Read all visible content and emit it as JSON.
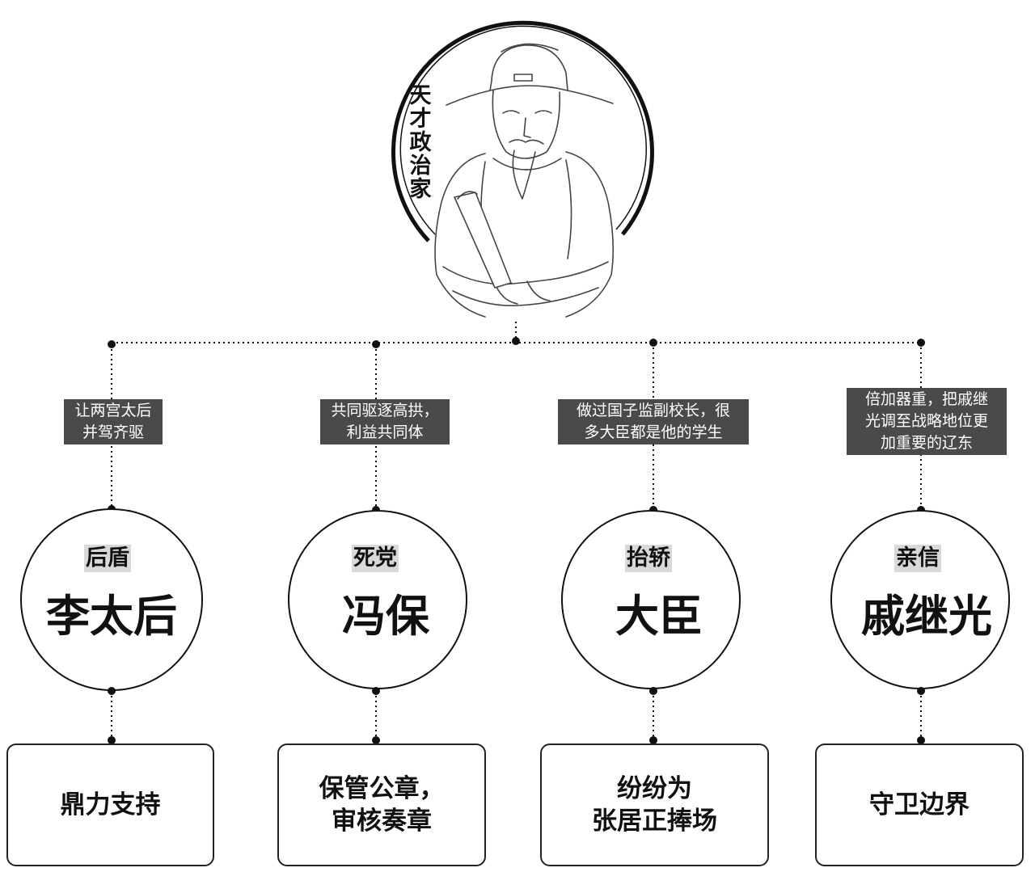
{
  "center": {
    "title_chars": [
      "天",
      "才",
      "政",
      "治",
      "家"
    ],
    "portrait": "ming-official-portrait"
  },
  "branches": [
    {
      "label_lines": [
        "让两宫太后",
        "并驾齐驱"
      ],
      "role": "后盾",
      "name": "李太后",
      "result_lines": [
        "鼎力支持"
      ]
    },
    {
      "label_lines": [
        "共同驱逐高拱，",
        "利益共同体"
      ],
      "role": "死党",
      "name": "冯保",
      "result_lines": [
        "保管公章，",
        "审核奏章"
      ]
    },
    {
      "label_lines": [
        "做过国子监副校长，很",
        "多大臣都是他的学生"
      ],
      "role": "抬轿",
      "name": "大臣",
      "result_lines": [
        "纷纷为",
        "张居正捧场"
      ]
    },
    {
      "label_lines": [
        "倍加器重，把戚继",
        "光调至战略地位更",
        "加重要的辽东"
      ],
      "role": "亲信",
      "name": "戚继光",
      "result_lines": [
        "守卫边界"
      ]
    }
  ],
  "colors": {
    "line": "#111111",
    "label_bg": "#4a4a4a",
    "role_bg": "#d9d9d9"
  }
}
